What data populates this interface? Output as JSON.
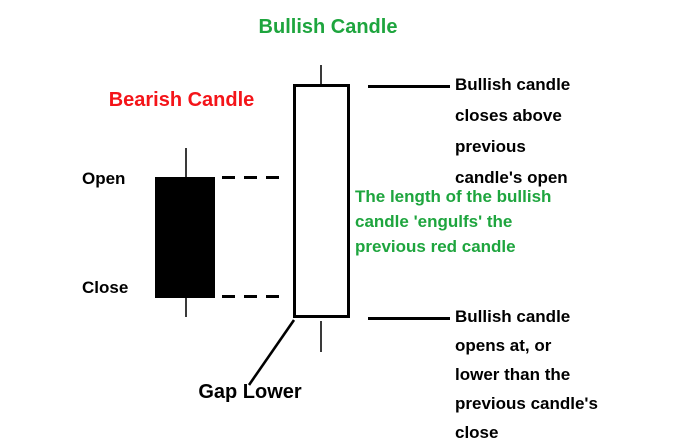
{
  "title": "Bullish Candle",
  "bearish": {
    "label": "Bearish Candle",
    "open_label": "Open",
    "close_label": "Close"
  },
  "notes": {
    "close_note": "Bullish candle\ncloses above\nprevious\ncandle's open",
    "engulf_note": "The length of the bullish\ncandle 'engulfs' the\nprevious red candle",
    "open_note": "Bullish candle\nopens at, or\nlower than the\nprevious candle's\nclose",
    "gap_label": "Gap Lower"
  },
  "colors": {
    "bullish_green": "#1ea53e",
    "bearish_red": "#f41419",
    "candle_black": "#000000",
    "background": "#ffffff"
  }
}
